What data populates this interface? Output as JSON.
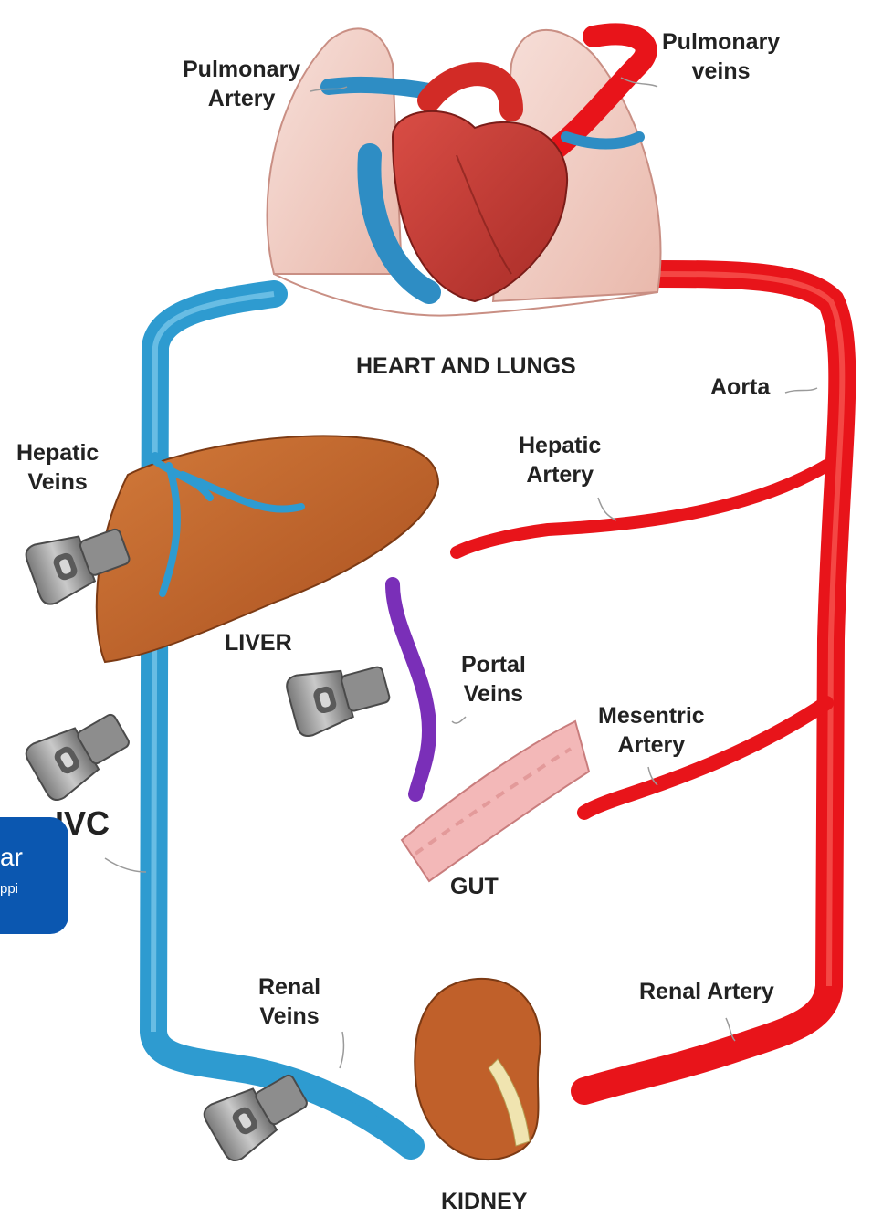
{
  "labels": {
    "pulmonary_artery": [
      "Pulmonary",
      "Artery"
    ],
    "pulmonary_veins": [
      "Pulmonary",
      "veins"
    ],
    "heart_and_lungs": "HEART AND LUNGS",
    "aorta": "Aorta",
    "hepatic_veins": [
      "Hepatic",
      "Veins"
    ],
    "hepatic_artery": [
      "Hepatic",
      "Artery"
    ],
    "liver": "LIVER",
    "portal_veins": [
      "Portal",
      "Veins"
    ],
    "mesentric_artery": [
      "Mesentric",
      "Artery"
    ],
    "ivc": "IVC",
    "gut": "GUT",
    "renal_veins": [
      "Renal",
      "Veins"
    ],
    "renal_artery": "Renal Artery",
    "kidney": "KIDNEY"
  },
  "side_badge": {
    "line1": "ar",
    "line2": "ppi"
  },
  "colors": {
    "vein_blue": "#2e9bd0",
    "artery_red": "#e8141a",
    "portal_purple": "#7a2fb8",
    "liver_brown": "#c0632a",
    "lung_pink": "#f2cfc6",
    "gut_pink": "#f3b8b8",
    "probe_gray": "#9a9a9a",
    "badge_blue": "#0b57b0"
  },
  "icons": [
    "ultrasound-probe-icon"
  ]
}
